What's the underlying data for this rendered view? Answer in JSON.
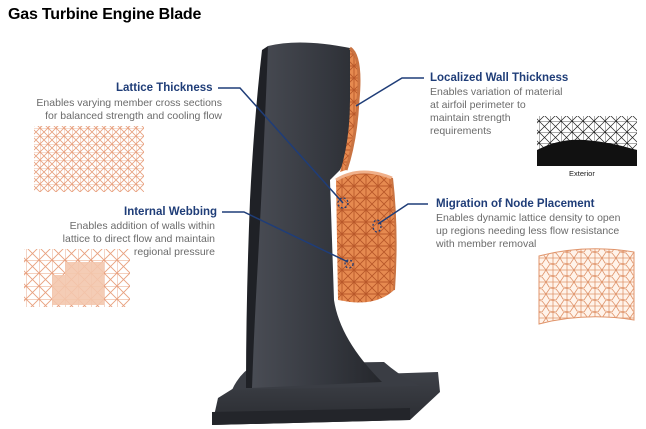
{
  "title": "Gas Turbine Engine Blade",
  "annotations": {
    "lattice_thickness": {
      "heading": "Lattice Thickness",
      "description": [
        "Enables varying  member cross sections",
        "for balanced strength and cooling flow"
      ]
    },
    "internal_webbing": {
      "heading": "Internal Webbing",
      "description": [
        "Enables addition of walls within",
        "lattice to direct flow and maintain",
        "regional pressure"
      ]
    },
    "localized_wall_thickness": {
      "heading": "Localized Wall Thickness",
      "description": [
        "Enables variation of material",
        "at airfoil perimeter to",
        "maintain strength",
        "requirements"
      ]
    },
    "migration_of_node_placement": {
      "heading": "Migration of Node Placement",
      "description": [
        "Enables dynamic lattice density to open",
        "up regions needing less flow resistance",
        "with member removal"
      ]
    }
  },
  "exterior_label": "Exterior",
  "colors": {
    "heading": "#1f3d78",
    "lattice": "#e8956a",
    "blade": "#3b3e45",
    "text": "#6b6b6b"
  }
}
